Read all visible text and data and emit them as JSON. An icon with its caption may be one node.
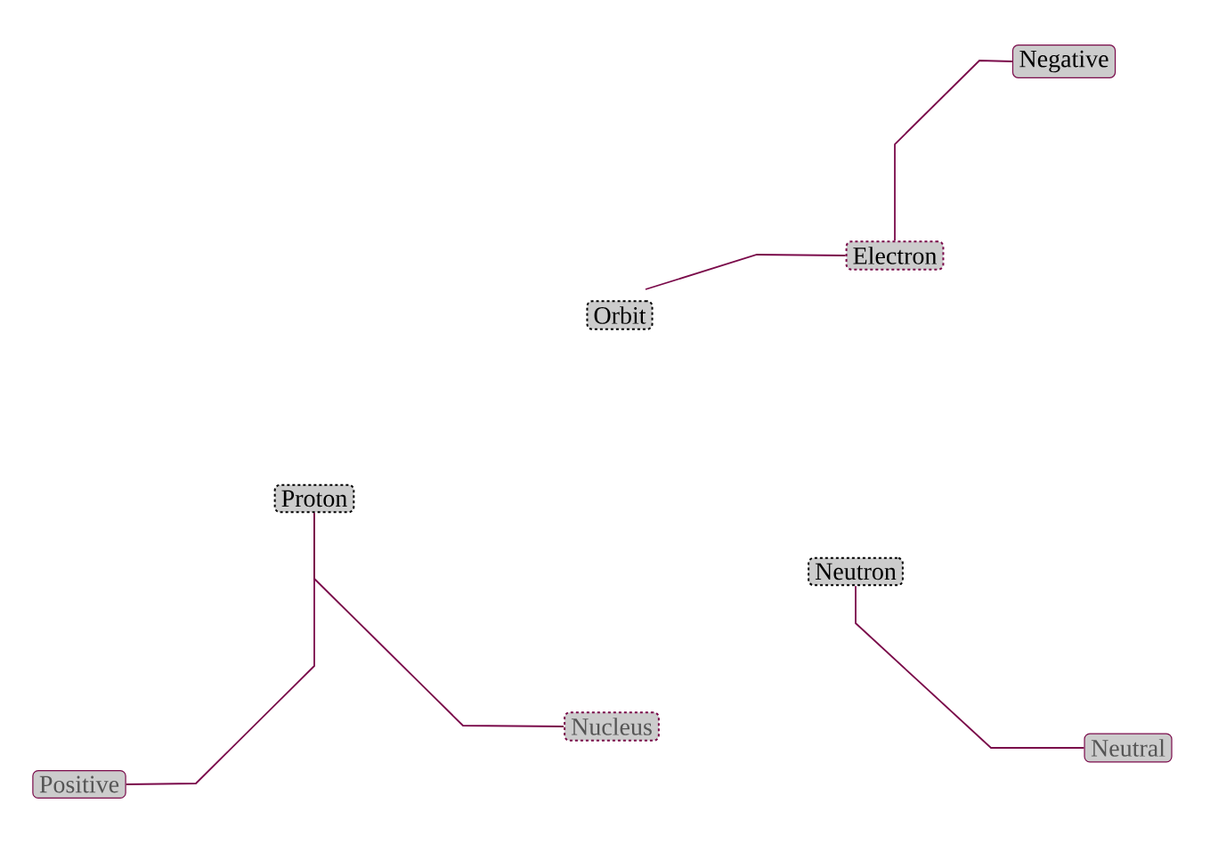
{
  "diagram": {
    "nodes": [
      {
        "text": [
          "Negative"
        ]
      },
      {
        "text": [
          "Electron"
        ]
      },
      {
        "text": [
          "Orbit"
        ]
      },
      {
        "text": [
          "Proton"
        ]
      },
      {
        "text": [
          "Neutron"
        ]
      },
      {
        "text": [
          "Nucleus"
        ]
      },
      {
        "text": [
          "Positive"
        ]
      },
      {
        "text": [
          "Neutral"
        ]
      }
    ],
    "edges": [
      {
        "from": 1,
        "to": 0,
        "arrow": "none"
      },
      {
        "from": 2,
        "to": 1,
        "arrow": "none"
      },
      {
        "from": 3,
        "to": 5,
        "arrow": "none"
      },
      {
        "from": 3,
        "to": 6,
        "arrow": "none"
      },
      {
        "from": 4,
        "to": 7,
        "arrow": "none"
      }
    ]
  }
}
